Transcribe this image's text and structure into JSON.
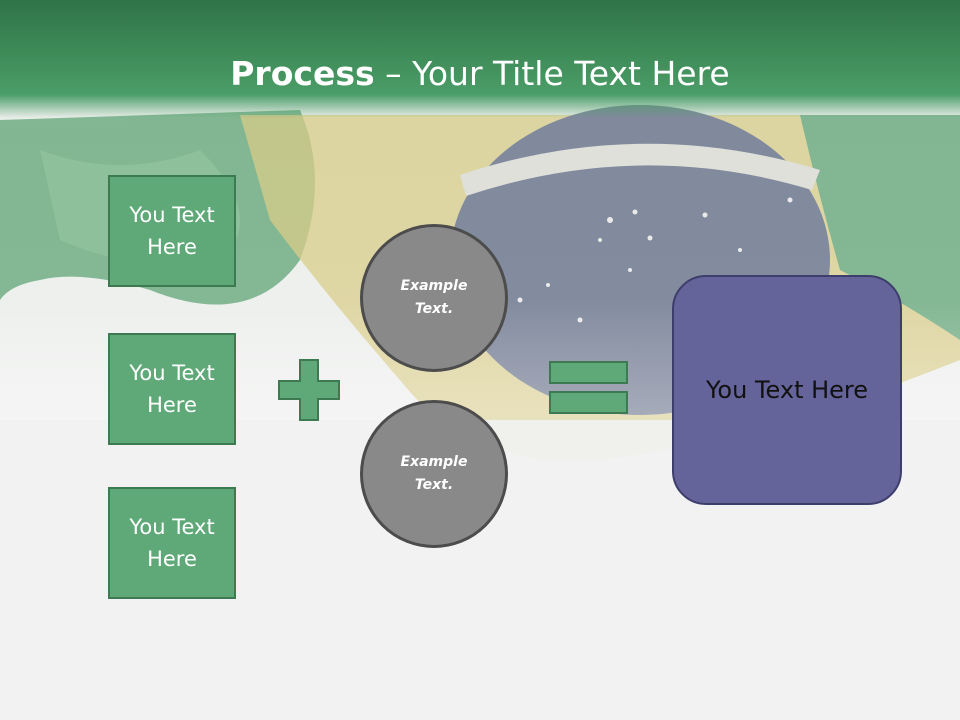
{
  "title": {
    "bold": "Process",
    "rest": " – Your Title Text Here"
  },
  "left_boxes": [
    {
      "label": "You Text Here"
    },
    {
      "label": "You Text Here"
    },
    {
      "label": "You Text Here"
    }
  ],
  "circles": [
    {
      "label": "Example Text."
    },
    {
      "label": "Example Text."
    }
  ],
  "result": {
    "label": "You Text Here"
  },
  "icons": {
    "plus": "plus-icon",
    "equals": "equals-icon"
  },
  "colors": {
    "header": "#3e8b58",
    "box": "#5fa978",
    "circle": "#898989",
    "result": "#64649a"
  }
}
